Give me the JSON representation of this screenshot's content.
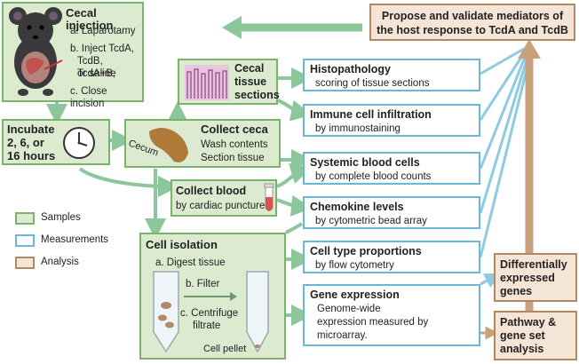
{
  "cecal_injection": {
    "title": "Cecal injection",
    "steps": [
      "a. Laparotamy",
      "b. Inject TcdA,",
      "TcdB, TcdA+B,",
      "or saline",
      "c. Close incision"
    ]
  },
  "incubate": {
    "lines": [
      "Incubate",
      "2, 6, or",
      "16 hours"
    ]
  },
  "cecal_sections": {
    "lines": [
      "Cecal",
      "tissue",
      "sections"
    ]
  },
  "collect_ceca": {
    "title": "Collect ceca",
    "lines": [
      "Wash contents",
      "Section tissue"
    ],
    "cecum_label": "Cecum"
  },
  "collect_blood": {
    "title": "Collect blood",
    "sub": "by cardiac puncture"
  },
  "cell_isolation": {
    "title": "Cell isolation",
    "steps": [
      "a. Digest tissue",
      "b. Filter",
      "c. Centrifuge",
      "filtrate"
    ],
    "pellet_label": "Cell pellet"
  },
  "legend": {
    "samples": "Samples",
    "measurements": "Measurements",
    "analysis": "Analysis"
  },
  "measurements": [
    {
      "title": "Histopathology",
      "sub": "scoring of tissue sections"
    },
    {
      "title": "Immune cell infiltration",
      "sub": "by immunostaining"
    },
    {
      "title": "Systemic blood cells",
      "sub": "by complete blood counts"
    },
    {
      "title": "Chemokine levels",
      "sub": "by cytometric bead array"
    },
    {
      "title": "Cell type proportions",
      "sub": "by flow cytometry"
    },
    {
      "title": "Gene expression",
      "sub1": "Genome-wide",
      "sub2": "expression measured by",
      "sub3": "microarray."
    }
  ],
  "analysis": {
    "propose_1": "Propose and validate mediators of",
    "propose_2": "the host response to TcdA and TcdB",
    "diff_1": "Differentially",
    "diff_2": "expressed",
    "diff_3": "genes",
    "path_1": "Pathway &",
    "path_2": "gene set",
    "path_3": "analysis"
  },
  "colors": {
    "sample_fill": "#dcebd0",
    "sample_border": "#7ab46b",
    "meas_border": "#6ab7d8",
    "anal_fill": "#f4e5d6",
    "anal_border": "#b08963",
    "green_arrow": "#8cc79b",
    "blue_arrow": "#8ccbe2",
    "brown_arrow": "#c9a27d"
  }
}
